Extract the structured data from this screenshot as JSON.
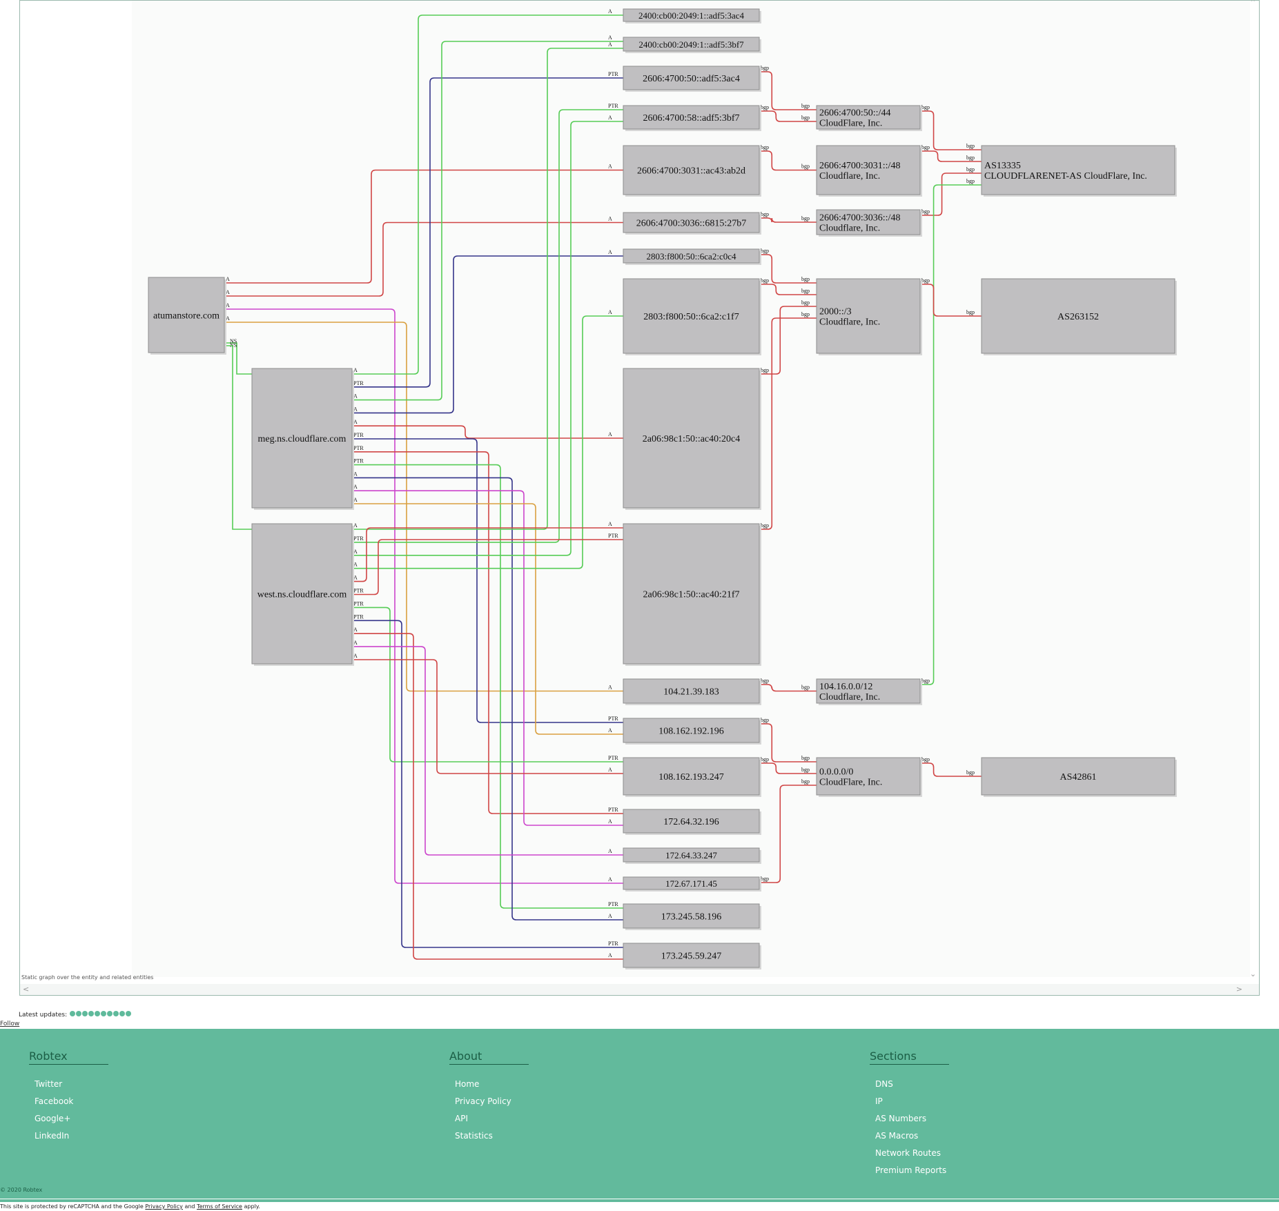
{
  "graph": {
    "caption": "Static graph over the entity and related entities",
    "colors": {
      "A": "#d04545",
      "A_green": "#56cc56",
      "PTR": "#34348a",
      "A_magenta": "#cc44cc",
      "A_orange": "#d9a040",
      "bgp": "#d04545",
      "NS": "#56cc56",
      "node_fill": "#c0bfc1",
      "node_border": "#8d8d8d",
      "background": "#fafbfa"
    },
    "nodes": [
      {
        "id": "atuman",
        "lines": [
          "atumanstore.com"
        ]
      },
      {
        "id": "meg",
        "lines": [
          "meg.ns.cloudflare.com"
        ]
      },
      {
        "id": "west",
        "lines": [
          "west.ns.cloudflare.com"
        ]
      },
      {
        "id": "ip1",
        "lines": [
          "2400:cb00:2049:1::adf5:3ac4"
        ]
      },
      {
        "id": "ip2",
        "lines": [
          "2400:cb00:2049:1::adf5:3bf7"
        ]
      },
      {
        "id": "ip3",
        "lines": [
          "2606:4700:50::adf5:3ac4"
        ]
      },
      {
        "id": "ip4",
        "lines": [
          "2606:4700:58::adf5:3bf7"
        ]
      },
      {
        "id": "ip5",
        "lines": [
          "2606:4700:3031::ac43:ab2d"
        ]
      },
      {
        "id": "ip6",
        "lines": [
          "2606:4700:3036::6815:27b7"
        ]
      },
      {
        "id": "ip7",
        "lines": [
          "2803:f800:50::6ca2:c0c4"
        ]
      },
      {
        "id": "ip8",
        "lines": [
          "2803:f800:50::6ca2:c1f7"
        ]
      },
      {
        "id": "ip9",
        "lines": [
          "2a06:98c1:50::ac40:20c4"
        ]
      },
      {
        "id": "ip10",
        "lines": [
          "2a06:98c1:50::ac40:21f7"
        ]
      },
      {
        "id": "ip11",
        "lines": [
          "104.21.39.183"
        ]
      },
      {
        "id": "ip12",
        "lines": [
          "108.162.192.196"
        ]
      },
      {
        "id": "ip13",
        "lines": [
          "108.162.193.247"
        ]
      },
      {
        "id": "ip14",
        "lines": [
          "172.64.32.196"
        ]
      },
      {
        "id": "ip15",
        "lines": [
          "172.64.33.247"
        ]
      },
      {
        "id": "ip16",
        "lines": [
          "172.67.171.45"
        ]
      },
      {
        "id": "ip17",
        "lines": [
          "173.245.58.196"
        ]
      },
      {
        "id": "ip18",
        "lines": [
          "173.245.59.247"
        ]
      },
      {
        "id": "r1",
        "lines": [
          "2606:4700:50::/44",
          "CloudFlare, Inc."
        ]
      },
      {
        "id": "r2",
        "lines": [
          "2606:4700:3031::/48",
          "Cloudflare, Inc."
        ]
      },
      {
        "id": "r3",
        "lines": [
          "2606:4700:3036::/48",
          "Cloudflare, Inc."
        ]
      },
      {
        "id": "r4",
        "lines": [
          "2000::/3",
          "Cloudflare, Inc."
        ]
      },
      {
        "id": "r5",
        "lines": [
          "104.16.0.0/12",
          "Cloudflare, Inc."
        ]
      },
      {
        "id": "r6",
        "lines": [
          "0.0.0.0/0",
          "CloudFlare, Inc."
        ]
      },
      {
        "id": "as1",
        "lines": [
          "AS13335",
          "CLOUDFLARENET-AS CloudFlare, Inc."
        ]
      },
      {
        "id": "as2",
        "lines": [
          "AS263152"
        ]
      },
      {
        "id": "as3",
        "lines": [
          "AS42861"
        ]
      }
    ],
    "edges": [
      {
        "from": "atuman",
        "to": "ip5",
        "label": "A",
        "color": "A"
      },
      {
        "from": "atuman",
        "to": "ip6",
        "label": "A",
        "color": "A"
      },
      {
        "from": "atuman",
        "to": "ip16",
        "label": "A",
        "color": "A_magenta"
      },
      {
        "from": "atuman",
        "to": "ip11",
        "label": "A",
        "color": "A_orange"
      },
      {
        "from": "atuman",
        "to": "meg",
        "label": "NS",
        "color": "NS"
      },
      {
        "from": "atuman",
        "to": "west",
        "label": "NS",
        "color": "NS"
      },
      {
        "from": "meg",
        "to": "ip1",
        "label": "A",
        "color": "A_green"
      },
      {
        "from": "meg",
        "to": "ip3",
        "label": "PTR",
        "color": "PTR"
      },
      {
        "from": "meg",
        "to": "ip2",
        "label": "A",
        "color": "A_green"
      },
      {
        "from": "meg",
        "to": "ip7",
        "label": "A",
        "color": "PTR"
      },
      {
        "from": "meg",
        "to": "ip9",
        "label": "A",
        "color": "A"
      },
      {
        "from": "meg",
        "to": "ip12",
        "label": "PTR",
        "color": "PTR"
      },
      {
        "from": "meg",
        "to": "ip14",
        "label": "PTR",
        "color": "A"
      },
      {
        "from": "meg",
        "to": "ip17",
        "label": "PTR",
        "color": "A_green"
      },
      {
        "from": "meg",
        "to": "ip17",
        "label": "A",
        "color": "PTR"
      },
      {
        "from": "meg",
        "to": "ip14",
        "label": "A",
        "color": "A_magenta"
      },
      {
        "from": "meg",
        "to": "ip12",
        "label": "A",
        "color": "A_orange"
      },
      {
        "from": "west",
        "to": "ip2",
        "label": "A",
        "color": "A_green"
      },
      {
        "from": "west",
        "to": "ip4",
        "label": "PTR",
        "color": "A_green"
      },
      {
        "from": "west",
        "to": "ip4",
        "label": "A",
        "color": "A_green"
      },
      {
        "from": "west",
        "to": "ip8",
        "label": "A",
        "color": "A_green"
      },
      {
        "from": "west",
        "to": "ip10",
        "label": "A",
        "color": "A"
      },
      {
        "from": "west",
        "to": "ip10",
        "label": "PTR",
        "color": "A"
      },
      {
        "from": "west",
        "to": "ip13",
        "label": "PTR",
        "color": "A_green"
      },
      {
        "from": "west",
        "to": "ip18",
        "label": "PTR",
        "color": "PTR"
      },
      {
        "from": "west",
        "to": "ip18",
        "label": "A",
        "color": "A"
      },
      {
        "from": "west",
        "to": "ip15",
        "label": "A",
        "color": "A_magenta"
      },
      {
        "from": "west",
        "to": "ip13",
        "label": "A",
        "color": "A"
      },
      {
        "from": "ip3",
        "to": "r1",
        "label": "bgp",
        "color": "bgp"
      },
      {
        "from": "ip4",
        "to": "r1",
        "label": "bgp",
        "color": "bgp"
      },
      {
        "from": "ip5",
        "to": "r2",
        "label": "bgp",
        "color": "bgp"
      },
      {
        "from": "ip6",
        "to": "r3",
        "label": "bgp",
        "color": "bgp"
      },
      {
        "from": "ip7",
        "to": "r4",
        "label": "bgp",
        "color": "bgp"
      },
      {
        "from": "ip8",
        "to": "r4",
        "label": "bgp",
        "color": "bgp"
      },
      {
        "from": "ip9",
        "to": "r4",
        "label": "bgp",
        "color": "bgp"
      },
      {
        "from": "ip10",
        "to": "r4",
        "label": "bgp",
        "color": "bgp"
      },
      {
        "from": "ip11",
        "to": "r5",
        "label": "bgp",
        "color": "bgp"
      },
      {
        "from": "ip12",
        "to": "r6",
        "label": "bgp",
        "color": "bgp"
      },
      {
        "from": "ip13",
        "to": "r6",
        "label": "bgp",
        "color": "bgp"
      },
      {
        "from": "ip16",
        "to": "r6",
        "label": "bgp",
        "color": "bgp"
      },
      {
        "from": "r1",
        "to": "as1",
        "label": "bgp",
        "color": "bgp"
      },
      {
        "from": "r2",
        "to": "as1",
        "label": "bgp",
        "color": "bgp"
      },
      {
        "from": "r3",
        "to": "as1",
        "label": "bgp",
        "color": "bgp"
      },
      {
        "from": "r5",
        "to": "as1",
        "label": "bgp",
        "color": "A_green"
      },
      {
        "from": "r4",
        "to": "as2",
        "label": "bgp",
        "color": "bgp"
      },
      {
        "from": "r6",
        "to": "as3",
        "label": "bgp",
        "color": "bgp"
      }
    ]
  },
  "updates": {
    "label": "Latest updates:",
    "dot_count": 10
  },
  "follow_label": "Follow",
  "footer": {
    "columns": [
      {
        "title": "Robtex",
        "items": [
          "Twitter",
          "Facebook",
          "Google+",
          "LinkedIn"
        ]
      },
      {
        "title": "About",
        "items": [
          "Home",
          "Privacy Policy",
          "API",
          "Statistics"
        ]
      },
      {
        "title": "Sections",
        "items": [
          "DNS",
          "IP",
          "AS Numbers",
          "AS Macros",
          "Network Routes",
          "Premium Reports"
        ]
      }
    ],
    "copyright": "© 2020 Robtex"
  },
  "recaptcha": {
    "prefix": "This site is protected by reCAPTCHA and the Google ",
    "privacy": "Privacy Policy",
    "and": " and ",
    "terms": "Terms of Service",
    "suffix": " apply."
  }
}
